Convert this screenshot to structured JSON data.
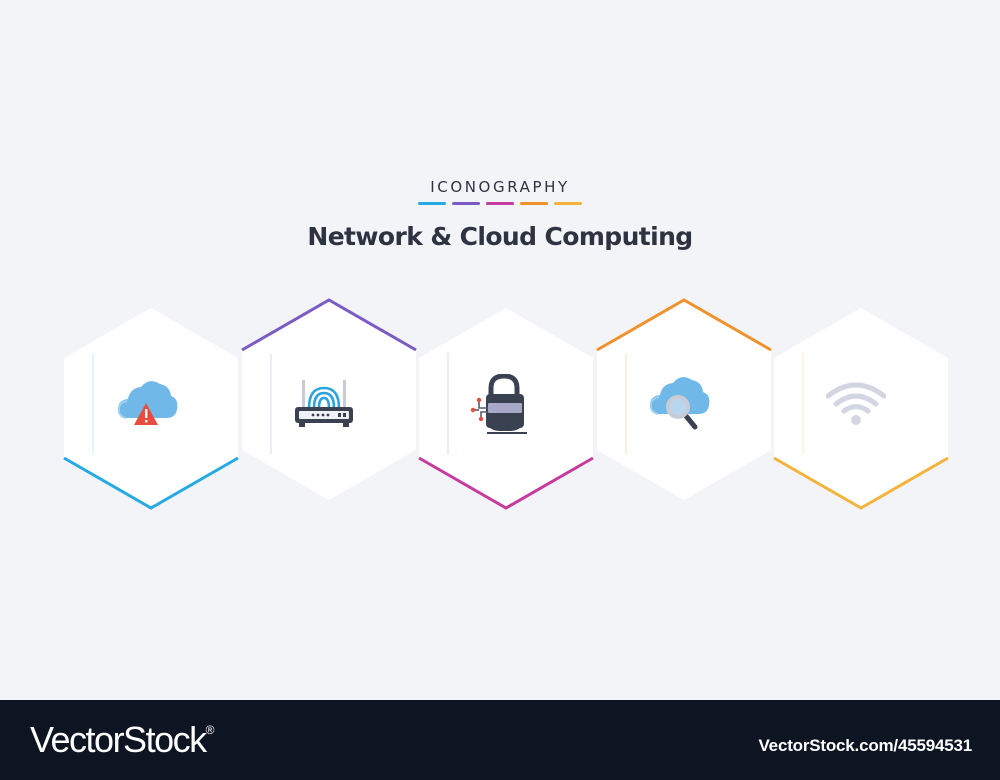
{
  "header": {
    "eyebrow": "ICONOGRAPHY",
    "title": "Network & Cloud Computing",
    "bar_colors": [
      "#27a9e1",
      "#7b5cc4",
      "#c63b9e",
      "#f0922d",
      "#f3b33d"
    ]
  },
  "icons": [
    {
      "name": "cloud-warning-icon",
      "accent": "#27a9e1"
    },
    {
      "name": "wifi-router-icon",
      "accent": "#7b5cc4"
    },
    {
      "name": "network-lock-icon",
      "accent": "#c63b9e"
    },
    {
      "name": "cloud-search-icon",
      "accent": "#f0922d"
    },
    {
      "name": "wifi-signal-icon",
      "accent": "#f3b33d"
    }
  ],
  "footer": {
    "logo_text": "VectorStock",
    "logo_mark": "®",
    "stock_id": "VectorStock.com/45594531"
  }
}
